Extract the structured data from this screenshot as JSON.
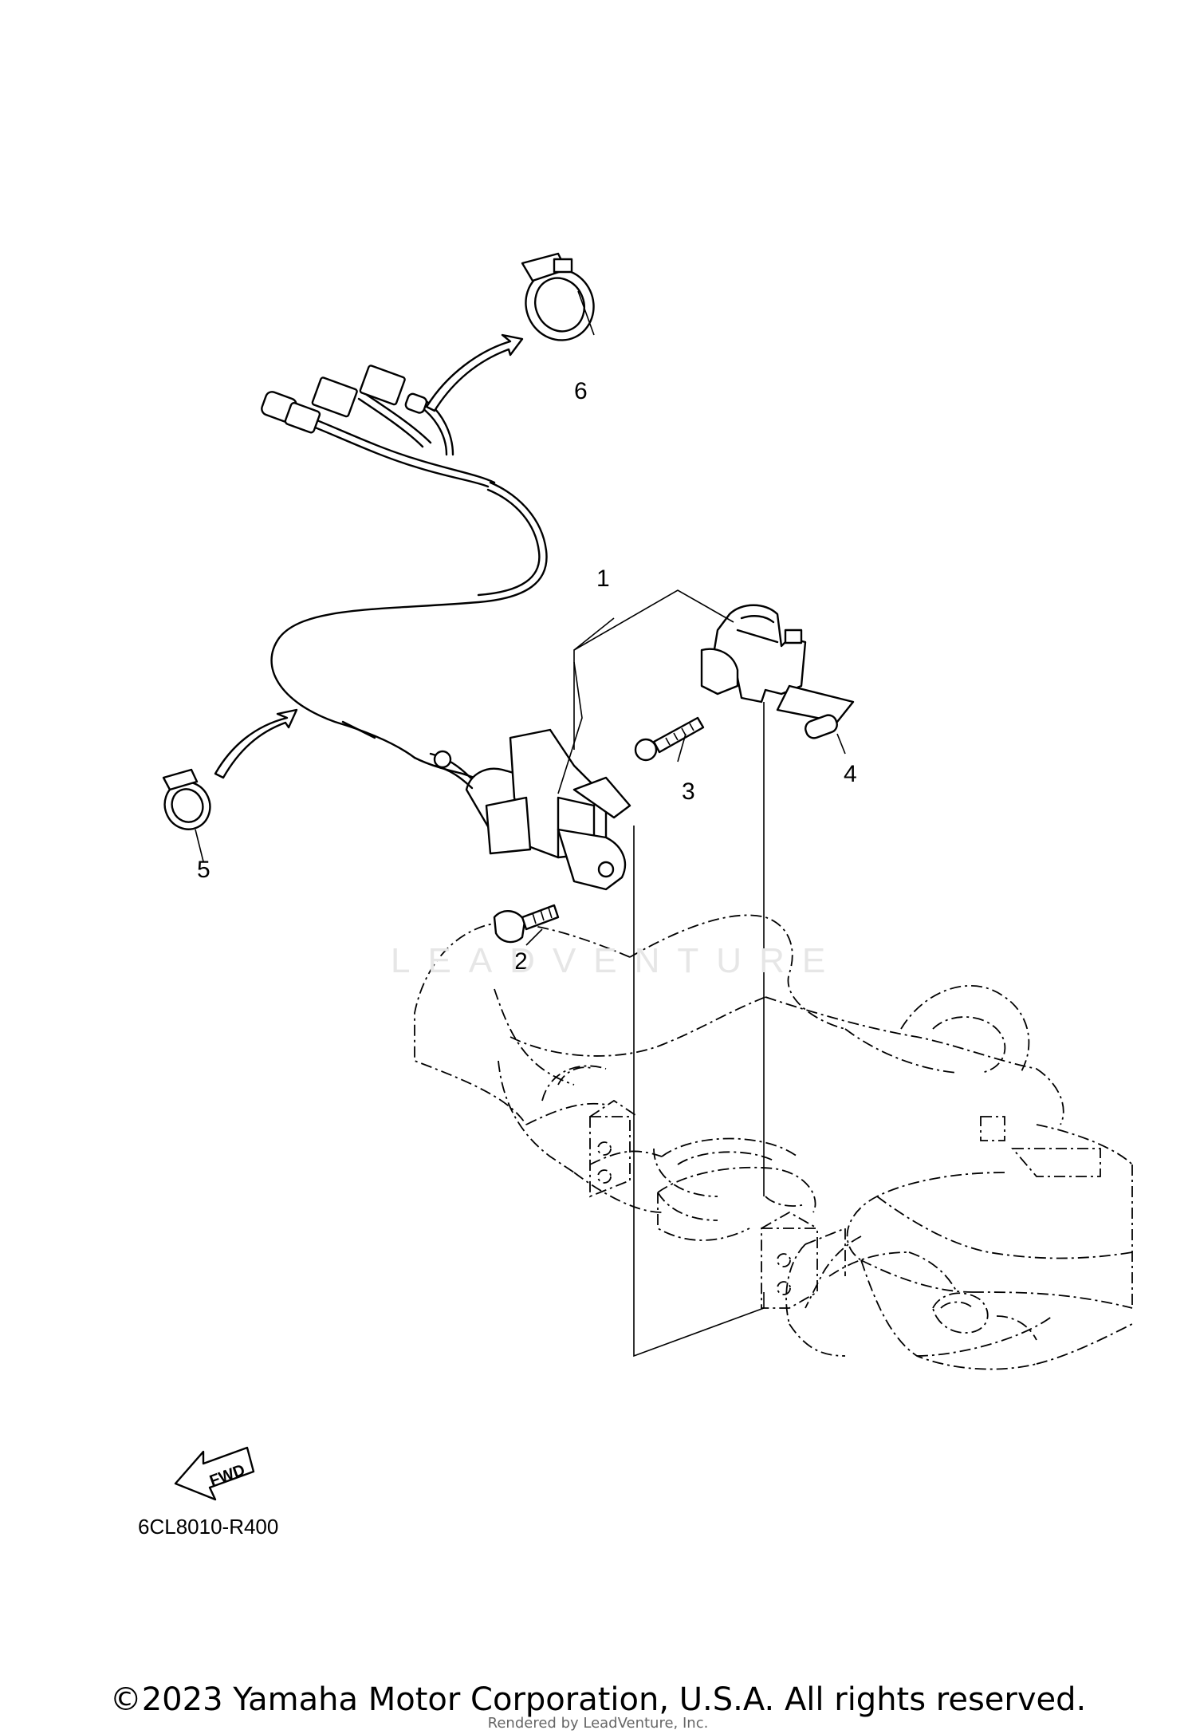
{
  "diagram": {
    "callouts": [
      "1",
      "2",
      "3",
      "4",
      "5",
      "6"
    ],
    "diagram_code": "6CL8010-R400",
    "fwd_label": "FWD"
  },
  "watermark": "LEADVENTURE",
  "footer": {
    "copyright": "©2023 Yamaha Motor Corporation, U.S.A. All rights reserved.",
    "rendered_by": "Rendered by LeadVenture, Inc."
  }
}
